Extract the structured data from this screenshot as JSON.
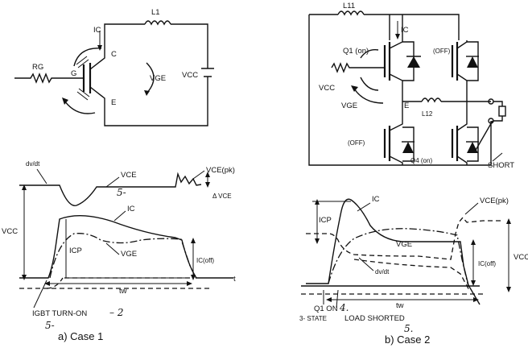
{
  "case1": {
    "circuit": {
      "rg": "RG",
      "l1": "L1",
      "ic": "IC",
      "g": "G",
      "c": "C",
      "e": "E",
      "vge": "VGE",
      "vcc": "VCC"
    },
    "waveform": {
      "dvdt": "dv/dt",
      "vce": "VCE",
      "vce_pk": "VCE(pk)",
      "delta_vce": "Δ VCE",
      "vcc": "VCC",
      "ic": "IC",
      "icp": "ICP",
      "vge": "VGE",
      "ic_off": "IC(off)",
      "t": "t",
      "tw": "tw",
      "turn_on": "IGBT TURN-ON",
      "mark_2": "– 2",
      "mark_5": "5-"
    },
    "caption": "a) Case 1"
  },
  "case2": {
    "circuit": {
      "l11": "L11",
      "ic": "IC",
      "q1": "Q1 (on)",
      "off_top": "(OFF)",
      "vcc": "VCC",
      "vge": "VGE",
      "e": "E",
      "l12": "L12",
      "off_bot": "(OFF)",
      "q4": "Q4 (on)",
      "short": "SHORT"
    },
    "waveform": {
      "ic": "IC",
      "vce_pk": "VCE(pk)",
      "icp": "ICP",
      "vge": "VGE",
      "dvdt": "dv/dt",
      "ic_off": "IC(off)",
      "vcc": "VCC",
      "tw": "tw",
      "q1_on": "Q1 ON",
      "state": "3- STATE",
      "mark_4": "4.",
      "load_shorted": "LOAD SHORTED",
      "mark_5": "5."
    },
    "caption": "b) Case 2"
  }
}
